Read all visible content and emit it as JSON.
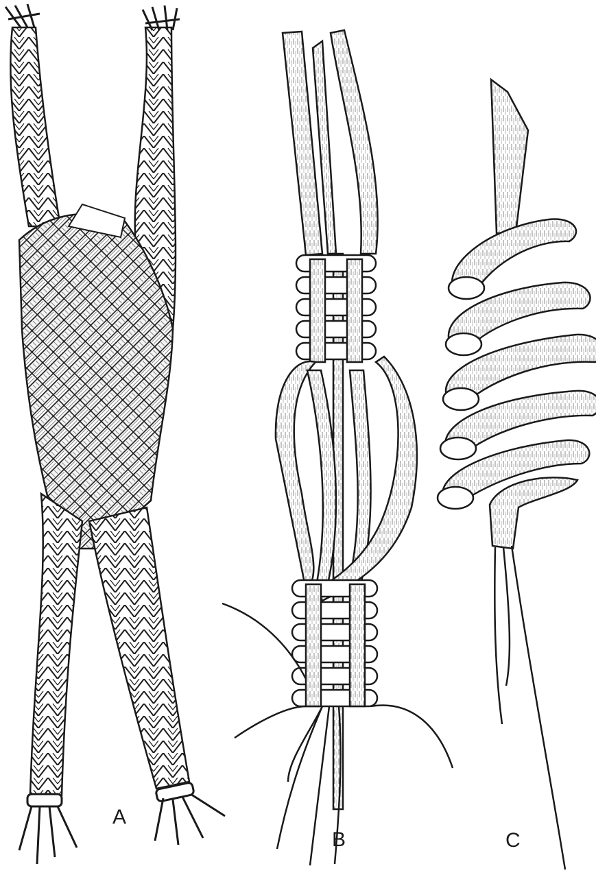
{
  "figure": {
    "panels": [
      {
        "label": "A",
        "subject": "flat-braid-with-split-ends"
      },
      {
        "label": "B",
        "subject": "looped-strip-binding"
      },
      {
        "label": "C",
        "subject": "spiral-loop-coil"
      }
    ]
  },
  "colors": {
    "ink": "#1a1a1a",
    "paper": "#ffffff"
  }
}
